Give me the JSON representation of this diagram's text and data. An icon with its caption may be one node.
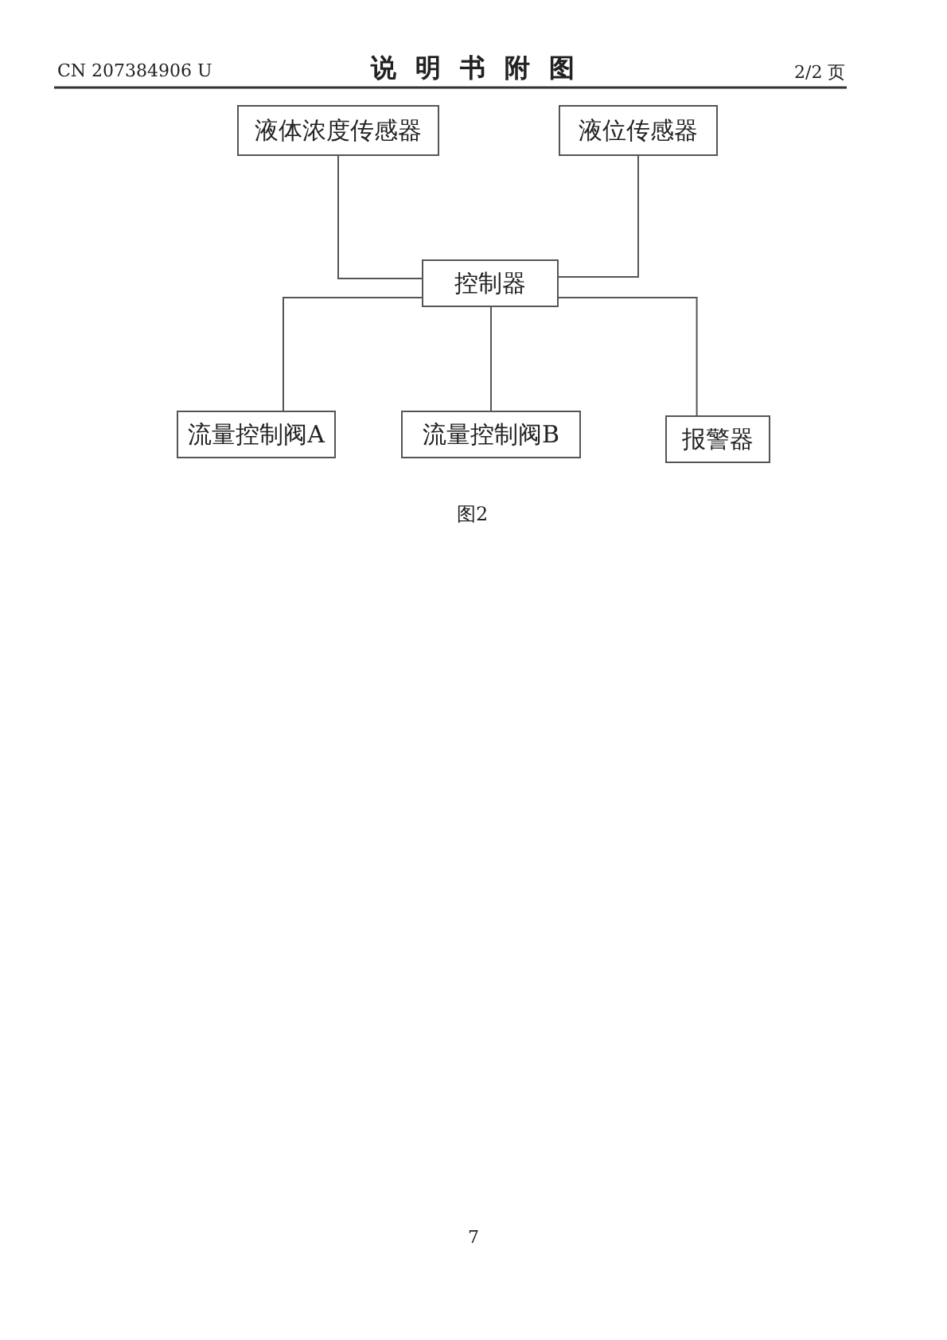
{
  "diagram": {
    "title": "说明书附图",
    "caption": "图2",
    "nodes": [
      {
        "text": [
          "液体浓度传感器"
        ]
      },
      {
        "text": [
          "液位传感器"
        ]
      },
      {
        "text": [
          "控制器"
        ]
      },
      {
        "text": [
          "流量控制阀A"
        ]
      },
      {
        "text": [
          "流量控制阀B"
        ]
      },
      {
        "text": [
          "报警器"
        ]
      }
    ],
    "edges": [
      {
        "from": 0,
        "to": 2,
        "arrow": "none"
      },
      {
        "from": 1,
        "to": 2,
        "arrow": "none"
      },
      {
        "from": 2,
        "to": 3,
        "arrow": "none"
      },
      {
        "from": 2,
        "to": 4,
        "arrow": "none"
      },
      {
        "from": 2,
        "to": 5,
        "arrow": "none"
      }
    ],
    "labels": [
      "CN 207384906 U",
      "2/2 页",
      "7"
    ]
  }
}
